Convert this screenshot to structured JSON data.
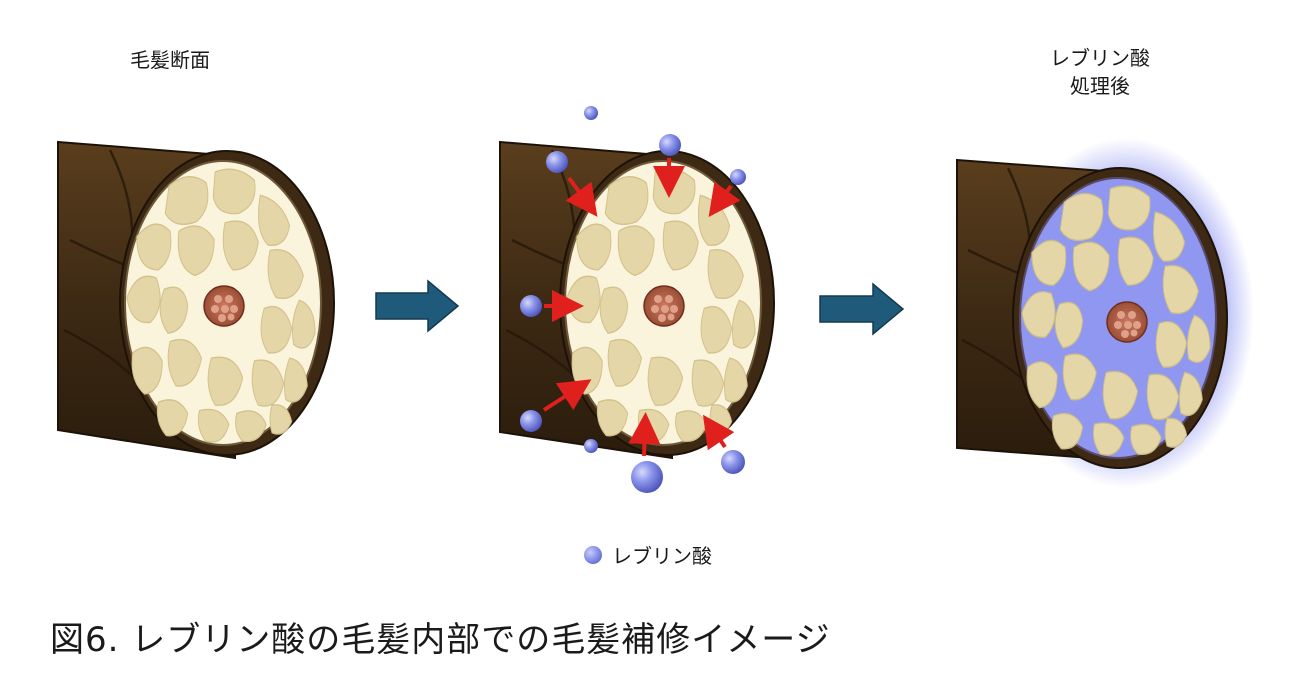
{
  "labels": {
    "before": "毛髪断面",
    "after_line1": "レブリン酸",
    "after_line2": "処理後"
  },
  "legend": {
    "label": "レブリン酸",
    "icon": "blue-sphere-icon"
  },
  "caption": "図6. レブリン酸の毛髪内部での毛髪補修イメージ",
  "colors": {
    "hair_brown": "#3e2a14",
    "cortex_cream": "#fbf4dc",
    "cortex_cells": "#e4d6a6",
    "medulla": "#b5654a",
    "levulinic_acid": "#8a93ea",
    "arrow_red": "#e0201c",
    "process_arrow": "#1f5a7a",
    "treated_glow": "#8890f0"
  }
}
